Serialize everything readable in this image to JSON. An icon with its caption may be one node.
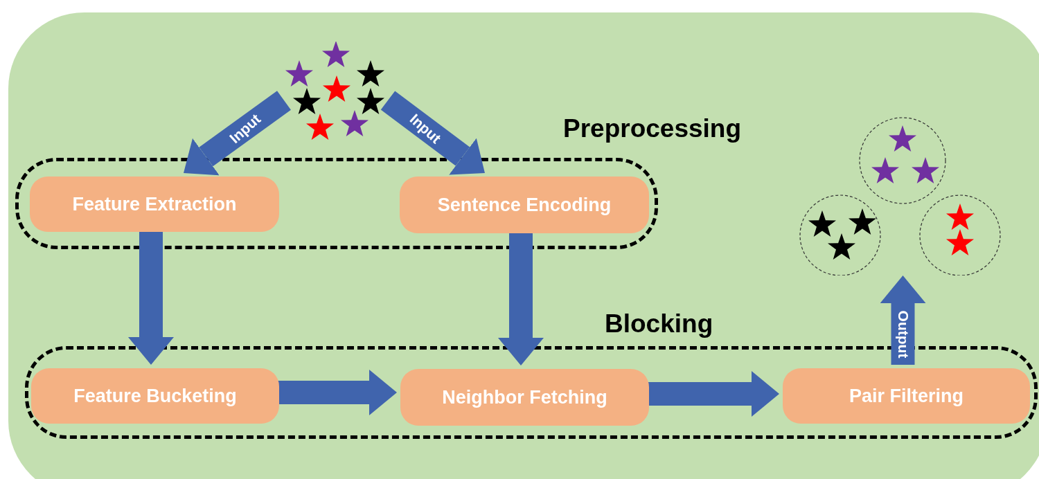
{
  "diagram": {
    "nodes": [
      {
        "text": [],
        "shape": "picture"
      },
      {
        "text": [
          "Preprocessing"
        ]
      },
      {
        "text": [
          "Feature Extraction"
        ],
        "in": 1
      },
      {
        "text": [
          "Sentence Encoding"
        ],
        "in": 1
      },
      {
        "text": [
          "Blocking"
        ]
      },
      {
        "text": [
          "Feature Bucketing"
        ],
        "in": 4
      },
      {
        "text": [
          "Neighbor Fetching"
        ],
        "in": 4
      },
      {
        "text": [
          "Pair Filtering"
        ],
        "in": 4
      },
      {
        "text": [],
        "shape": "picture"
      }
    ],
    "edges": [
      {
        "from": 0,
        "to": 2,
        "arrow": "to",
        "label": "Input"
      },
      {
        "from": 0,
        "to": 3,
        "arrow": "to",
        "label": "Input"
      },
      {
        "from": 2,
        "to": 5,
        "arrow": "to"
      },
      {
        "from": 3,
        "to": 6,
        "arrow": "to"
      },
      {
        "from": 5,
        "to": 6,
        "arrow": "to"
      },
      {
        "from": 6,
        "to": 7,
        "arrow": "to"
      },
      {
        "from": 7,
        "to": 8,
        "arrow": "to",
        "label": "Output"
      }
    ]
  }
}
